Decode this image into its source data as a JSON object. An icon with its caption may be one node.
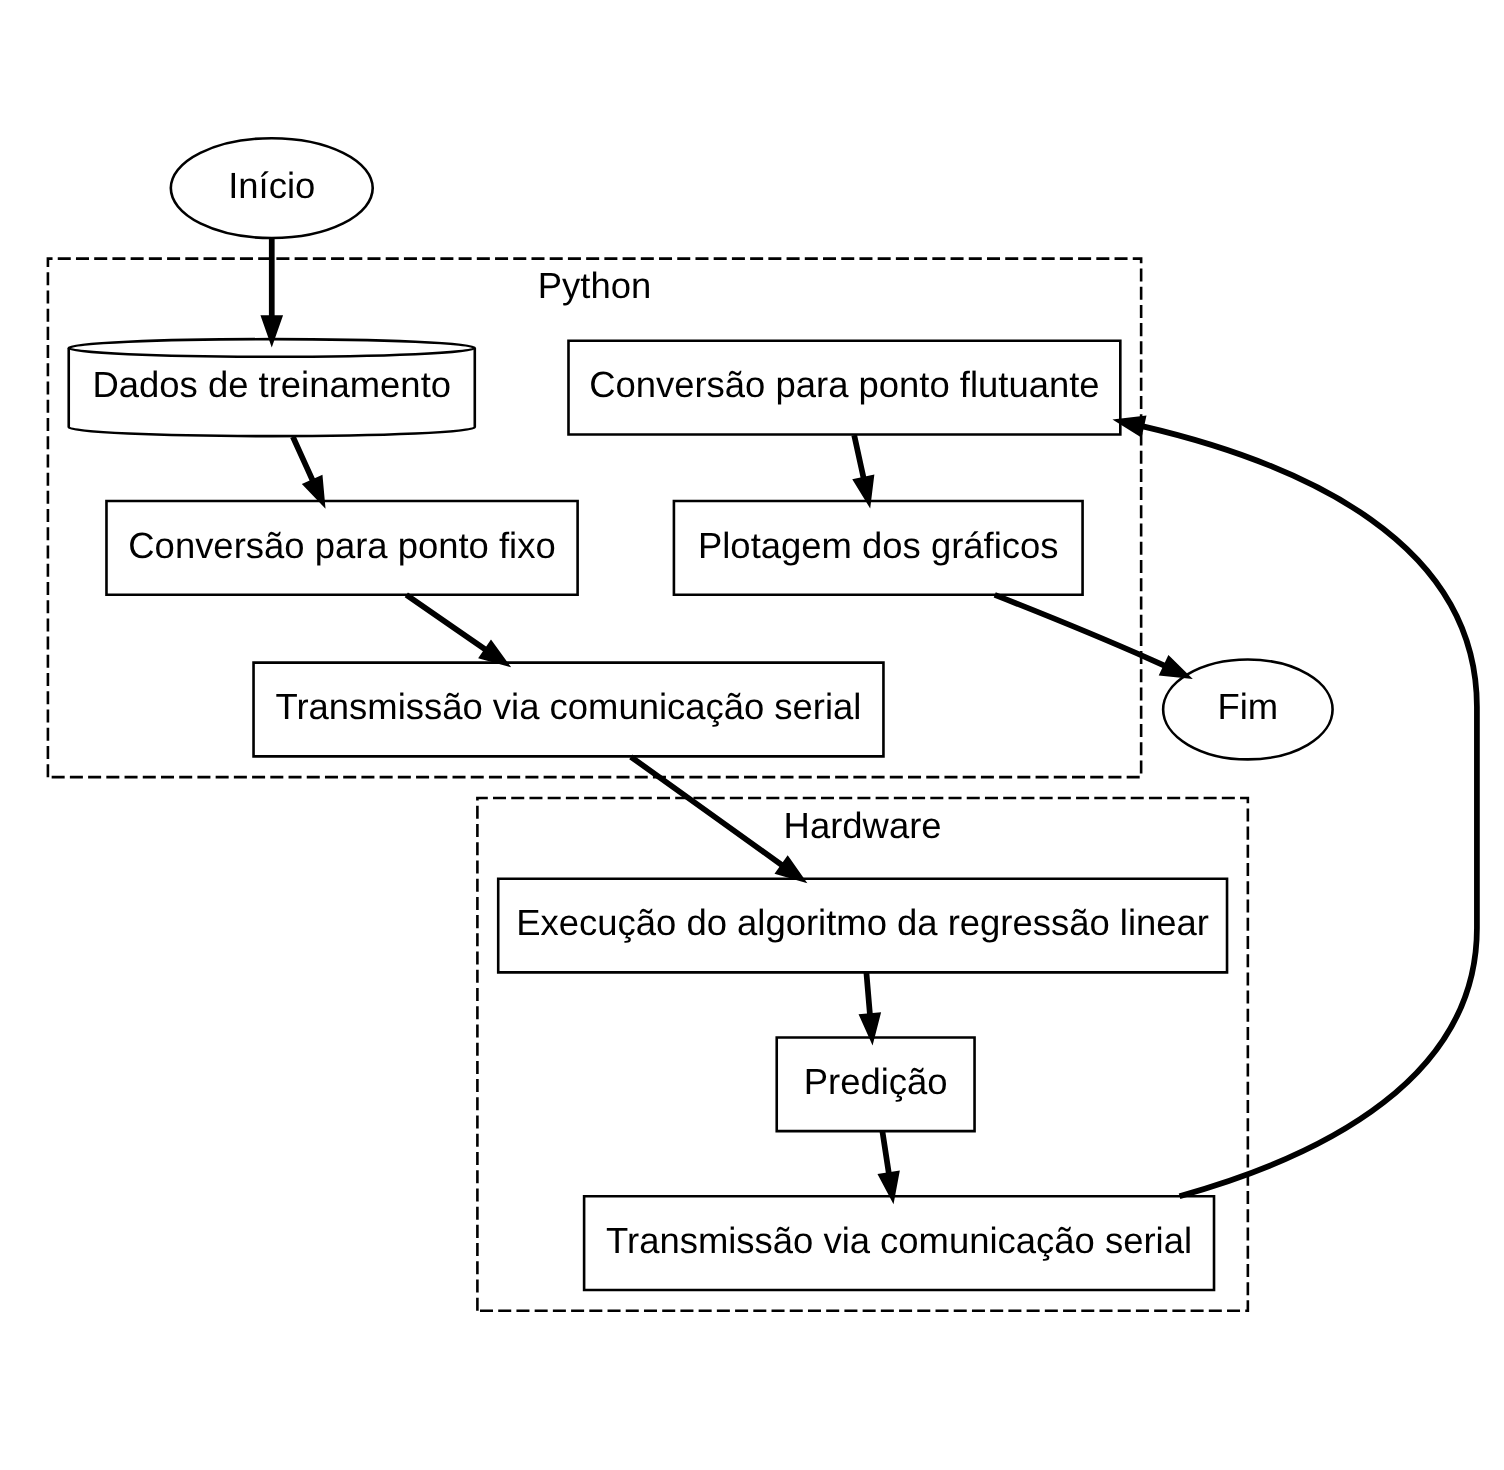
{
  "diagram": {
    "nodes": [
      {
        "text": [
          "Python"
        ]
      },
      {
        "text": [
          "Hardware"
        ]
      },
      {
        "text": [
          "Início"
        ]
      },
      {
        "text": [
          "Dados de treinamento"
        ],
        "in": 0
      },
      {
        "text": [
          "Conversão para ponto fixo"
        ],
        "in": 0
      },
      {
        "text": [
          "Transmissão via comunicação serial"
        ],
        "in": 0
      },
      {
        "text": [
          "Execução do algoritmo da regressão linear"
        ],
        "in": 1
      },
      {
        "text": [
          "Predição"
        ],
        "in": 1
      },
      {
        "text": [
          "Transmissão via comunicação serial"
        ],
        "in": 1
      },
      {
        "text": [
          "Conversão para ponto flutuante"
        ],
        "in": 0
      },
      {
        "text": [
          "Plotagem dos gráficos"
        ],
        "in": 0
      },
      {
        "text": [
          "Fim"
        ]
      }
    ],
    "edges": [
      {
        "from": 2,
        "to": 3,
        "arrow": "to"
      },
      {
        "from": 3,
        "to": 4,
        "arrow": "to"
      },
      {
        "from": 4,
        "to": 5,
        "arrow": "to"
      },
      {
        "from": 5,
        "to": 6,
        "arrow": "to"
      },
      {
        "from": 6,
        "to": 7,
        "arrow": "to"
      },
      {
        "from": 7,
        "to": 8,
        "arrow": "to"
      },
      {
        "from": 8,
        "to": 9,
        "arrow": "to"
      },
      {
        "from": 9,
        "to": 10,
        "arrow": "to"
      },
      {
        "from": 10,
        "to": 11,
        "arrow": "to"
      }
    ]
  }
}
